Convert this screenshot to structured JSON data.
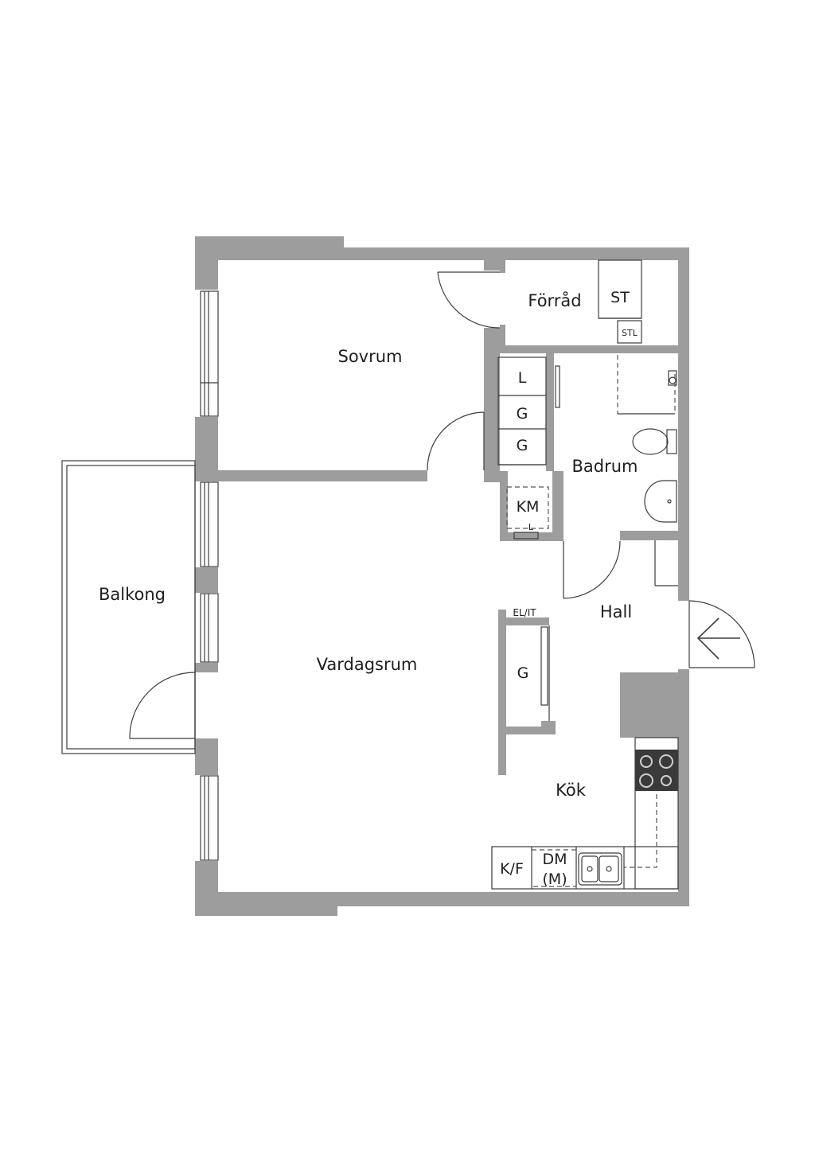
{
  "rooms": {
    "sovrum": "Sovrum",
    "forrad": "Förråd",
    "badrum": "Badrum",
    "balkong": "Balkong",
    "vardagsrum": "Vardagsrum",
    "hall": "Hall",
    "kok": "Kök"
  },
  "fixtures": {
    "st": "ST",
    "stl": "STL",
    "l": "L",
    "g1": "G",
    "g2": "G",
    "km": "KM",
    "km_l": "L",
    "el_it": "EL/IT",
    "g3": "G",
    "kf": "K/F",
    "dm": "DM",
    "m": "(M)"
  },
  "colors": {
    "wall": "#9d9d9d",
    "line": "#3c3c3c",
    "background": "#ffffff"
  }
}
